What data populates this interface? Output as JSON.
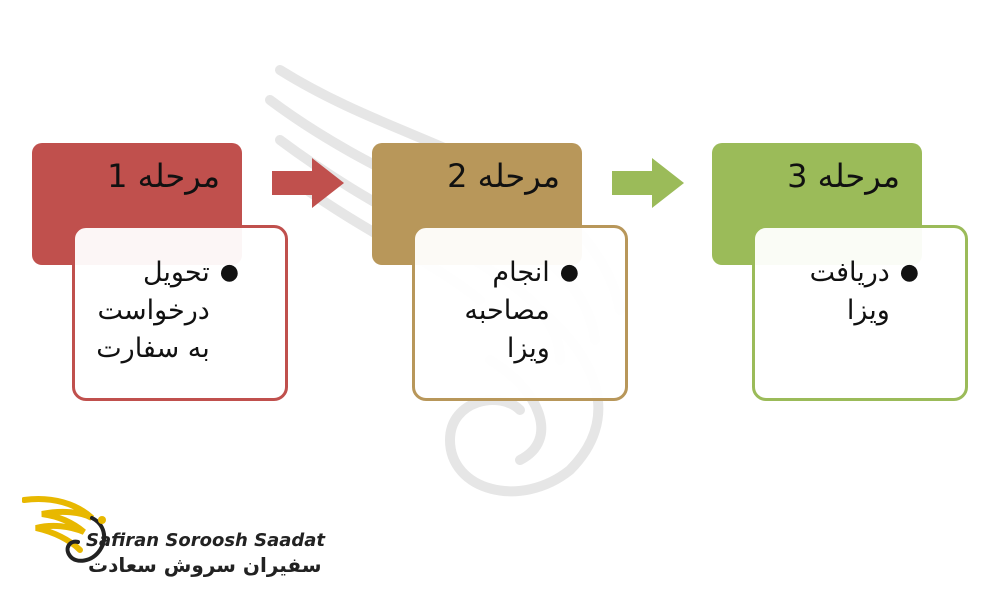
{
  "colors": {
    "red": "#c0504d",
    "gold": "#b8975a",
    "green": "#9bbb59",
    "red_border": "#c0504d",
    "gold_border": "#b8975a",
    "green_border": "#9bbb59"
  },
  "steps": [
    {
      "header": "مرحله 1",
      "lines": [
        "تحویل",
        "درخواست",
        "به سفارت"
      ]
    },
    {
      "header": "مرحله 2",
      "lines": [
        "انجام",
        "مصاحبه",
        "ویزا"
      ]
    },
    {
      "header": "مرحله 3",
      "lines": [
        "دریافت",
        "ویزا"
      ]
    }
  ],
  "brand": {
    "name_en": "Safiran Soroosh Saadat",
    "name_fa": "سفیران سروش سعادت"
  },
  "icons": {
    "arrow": "right-arrow-icon",
    "bullet": "bullet-dot-icon",
    "logo": "eagle-logo-icon",
    "watermark": "eagle-watermark-icon"
  }
}
